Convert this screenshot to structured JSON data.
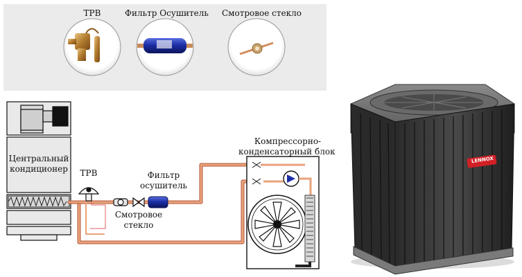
{
  "top_panel": {
    "items": [
      {
        "label": "ТРВ"
      },
      {
        "label": "Фильтр Осушитель"
      },
      {
        "label": "Смотровое стекло"
      }
    ]
  },
  "diagram": {
    "indoor_unit_label_line1": "Центральный",
    "indoor_unit_label_line2": "кондиционер",
    "trv_label": "ТРВ",
    "filter_label_line1": "Фильтр",
    "filter_label_line2": "осушитель",
    "sightglass_label_line1": "Смотровое",
    "sightglass_label_line2": "стекло",
    "outdoor_unit_label_line1": "Компрессорно-",
    "outdoor_unit_label_line2": "конденсаторный блок"
  },
  "condenser_photo": {
    "brand": "LENNOX"
  },
  "colors": {
    "pipe": "#e8a27a",
    "pipe_dark": "#b5583a",
    "panel_bg": "#ebebeb",
    "filter_blue": "#1d2fa6"
  }
}
